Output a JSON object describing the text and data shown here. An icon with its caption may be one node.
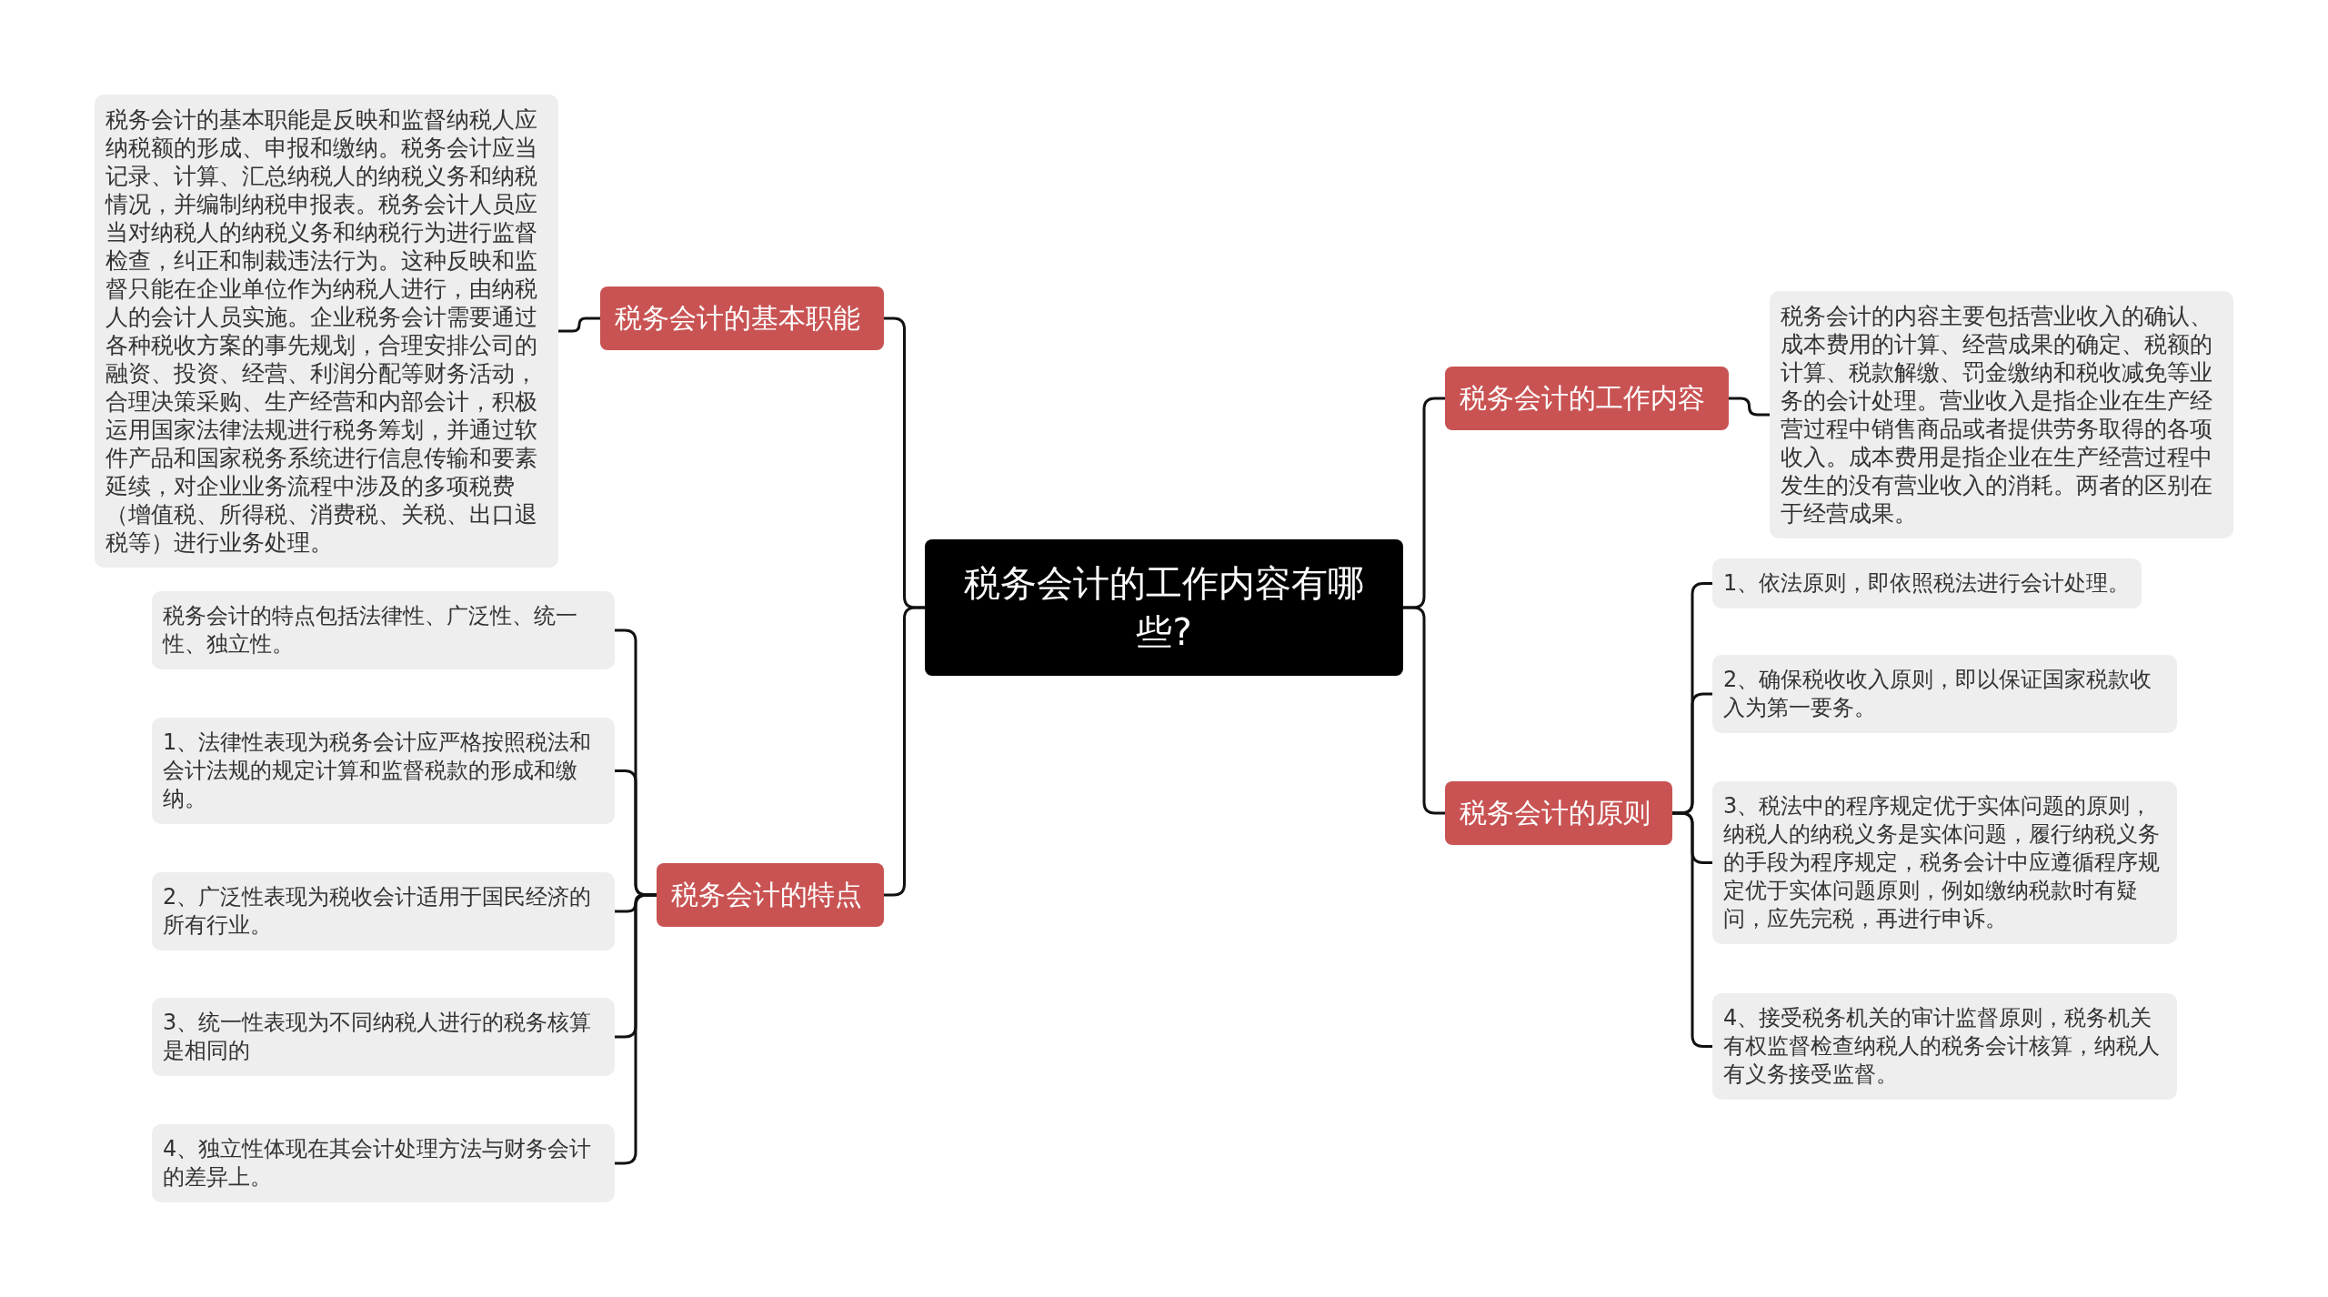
{
  "diagram": {
    "nodes": [
      {
        "text": [
          "税务会计的工作内容有哪些?"
        ]
      },
      {
        "text": [
          "税务会计的基本职能"
        ]
      },
      {
        "text": [
          "税务会计的基本职能是反映和监督纳税人应纳税额的形成、申报和缴纳。税务会计应当记录、计算、汇总纳税人的纳税义务和纳税情况，并编制纳税申报表。税务会计人员应当对纳税人的纳税义务和纳税行为进行监督检查，纠正和制裁违法行为。这种反映和监督只能在企业单位作为纳税人进行，由纳税人的会计人员实施。企业税务会计需要通过各种税收方案的事先规划，合理安排公司的融资、投资、经营、利润分配等财务活动，合理决策采购、生产经营和内部会计，积极运用国家法律法规进行税务筹划，并通过软件产品和国家税务系统进行信息传输和要素延续，对企业业务流程中涉及的多项税费（增值税、所得税、消费税、关税、出口退税等）进行业务处理。"
        ]
      },
      {
        "text": [
          "税务会计的特点"
        ]
      },
      {
        "text": [
          "税务会计的特点包括法律性、广泛性、统一性、独立性。"
        ]
      },
      {
        "text": [
          "1、法律性表现为税务会计应严格按照税法和会计法规的规定计算和监督税款的形成和缴纳。"
        ]
      },
      {
        "text": [
          "2、广泛性表现为税收会计适用于国民经济的所有行业。"
        ]
      },
      {
        "text": [
          "3、统一性表现为不同纳税人进行的税务核算是相同的"
        ]
      },
      {
        "text": [
          "4、独立性体现在其会计处理方法与财务会计的差异上。"
        ]
      },
      {
        "text": [
          "税务会计的工作内容"
        ]
      },
      {
        "text": [
          "税务会计的内容主要包括营业收入的确认、成本费用的计算、经营成果的确定、税额的计算、税款解缴、罚金缴纳和税收减免等业务的会计处理。营业收入是指企业在生产经营过程中销售商品或者提供劳务取得的各项收入。成本费用是指企业在生产经营过程中发生的没有营业收入的消耗。两者的区别在于经营成果。"
        ]
      },
      {
        "text": [
          "税务会计的原则"
        ]
      },
      {
        "text": [
          "1、依法原则，即依照税法进行会计处理。"
        ]
      },
      {
        "text": [
          "2、确保税收收入原则，即以保证国家税款收入为第一要务。"
        ]
      },
      {
        "text": [
          "3、税法中的程序规定优于实体问题的原则，纳税人的纳税义务是实体问题，履行纳税义务的手段为程序规定，税务会计中应遵循程序规定优于实体问题原则，例如缴纳税款时有疑问，应先完税，再进行申诉。"
        ]
      },
      {
        "text": [
          "4、接受税务机关的审计监督原则，税务机关有权监督检查纳税人的税务会计核算，纳税人有义务接受监督。"
        ]
      }
    ],
    "edges": [
      {
        "from": 0,
        "to": 1,
        "arrow": "none"
      },
      {
        "from": 1,
        "to": 2,
        "arrow": "none"
      },
      {
        "from": 0,
        "to": 3,
        "arrow": "none"
      },
      {
        "from": 3,
        "to": 4,
        "arrow": "none"
      },
      {
        "from": 3,
        "to": 5,
        "arrow": "none"
      },
      {
        "from": 3,
        "to": 6,
        "arrow": "none"
      },
      {
        "from": 3,
        "to": 7,
        "arrow": "none"
      },
      {
        "from": 3,
        "to": 8,
        "arrow": "none"
      },
      {
        "from": 0,
        "to": 9,
        "arrow": "none"
      },
      {
        "from": 9,
        "to": 10,
        "arrow": "none"
      },
      {
        "from": 0,
        "to": 11,
        "arrow": "none"
      },
      {
        "from": 11,
        "to": 12,
        "arrow": "none"
      },
      {
        "from": 11,
        "to": 13,
        "arrow": "none"
      },
      {
        "from": 11,
        "to": 14,
        "arrow": "none"
      },
      {
        "from": 11,
        "to": 15,
        "arrow": "none"
      }
    ]
  }
}
